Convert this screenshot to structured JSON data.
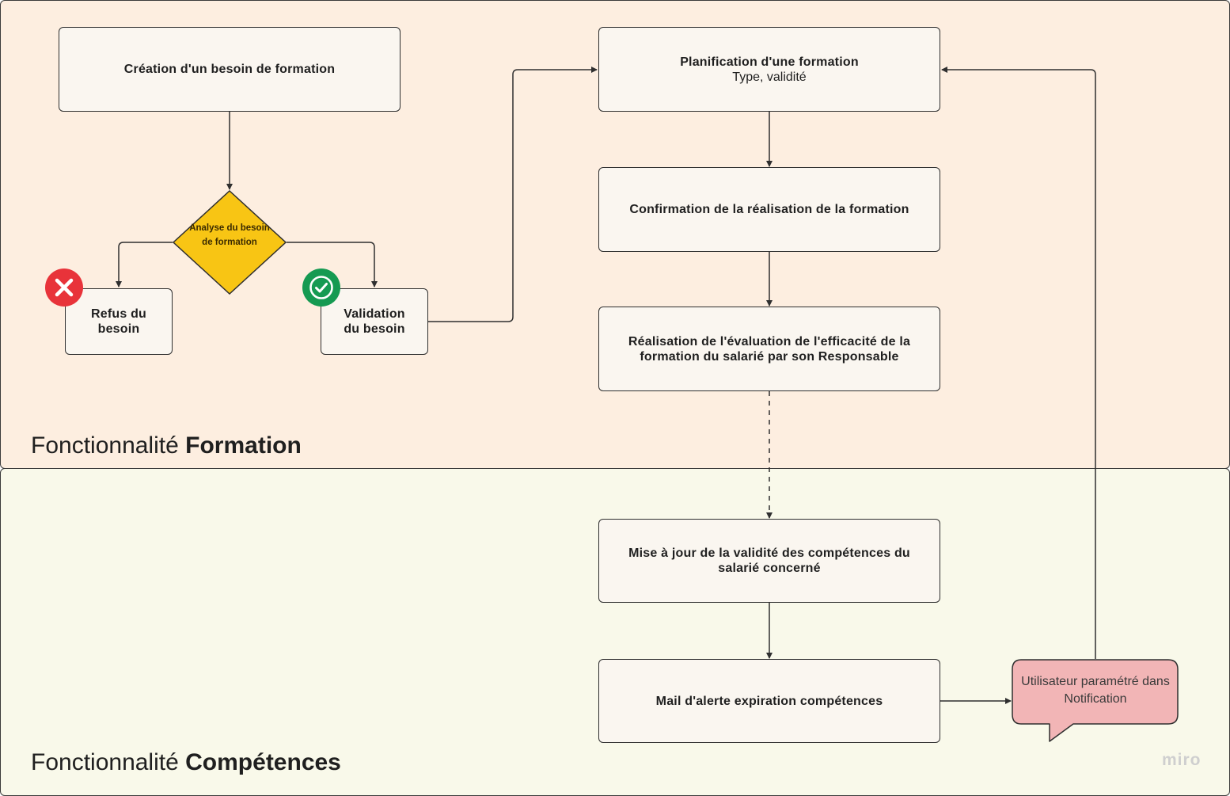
{
  "lanes": {
    "formation": {
      "prefix": "Fonctionnalité",
      "name": "Formation"
    },
    "competences": {
      "prefix": "Fonctionnalité",
      "name": "Compétences"
    }
  },
  "nodes": {
    "creation": "Création d'un besoin de formation",
    "analyse": "Analyse du besoin de formation",
    "refus": "Refus du besoin",
    "validation": "Validation du besoin",
    "planification": {
      "title": "Planification d'une formation",
      "subtitle": "Type, validité"
    },
    "confirmation": "Confirmation de la réalisation de la formation",
    "evaluation": "Réalisation de l'évaluation de l'efficacité de la formation du salarié par son Responsable",
    "mise_a_jour": "Mise à jour de la validité des compétences du salarié concerné",
    "mail": "Mail d'alerte expiration compétences",
    "notification": "Utilisateur paramétré dans Notification"
  },
  "status_icons": {
    "refus": "close-icon",
    "validation": "check-circle-icon"
  },
  "colors": {
    "formation_lane": "#fdeee0",
    "competences_lane": "#f9f9ea",
    "decision": "#f8c514",
    "reject": "#e8333a",
    "accept": "#159a52",
    "notification": "#f2b5b6"
  },
  "watermark": "miro"
}
